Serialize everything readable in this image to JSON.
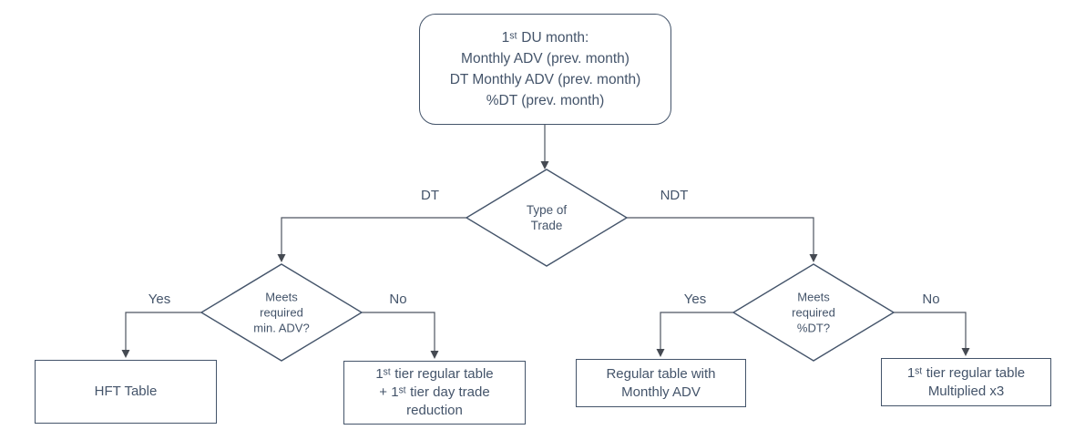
{
  "diagram": {
    "nodes": {
      "start": {
        "lines": [
          "1ˢᵗ DU month:",
          "Monthly ADV (prev. month)",
          "DT Monthly ADV (prev. month)",
          "%DT (prev. month)"
        ]
      },
      "type_of_trade": {
        "lines": [
          "Type of",
          "Trade"
        ]
      },
      "meets_min_adv": {
        "lines": [
          "Meets",
          "required",
          "min. ADV?"
        ]
      },
      "meets_pct_dt": {
        "lines": [
          "Meets",
          "required",
          "%DT?"
        ]
      },
      "hft_table": {
        "lines": [
          "HFT Table"
        ]
      },
      "dt_no_result": {
        "lines": [
          "1ˢᵗ tier regular table",
          "+ 1ˢᵗ tier day trade",
          "reduction"
        ]
      },
      "ndt_yes_result": {
        "lines": [
          "Regular table with",
          "Monthly ADV"
        ]
      },
      "ndt_no_result": {
        "lines": [
          "1ˢᵗ tier regular table",
          "Multiplied x3"
        ]
      }
    },
    "edge_labels": {
      "dt": "DT",
      "ndt": "NDT",
      "dt_yes": "Yes",
      "dt_no": "No",
      "ndt_yes": "Yes",
      "ndt_no": "No"
    },
    "colors": {
      "shape_border": "#44546A",
      "text": "#44546A",
      "connector": "#4d5560",
      "arrowhead": "#454a52",
      "background": "#ffffff"
    }
  }
}
